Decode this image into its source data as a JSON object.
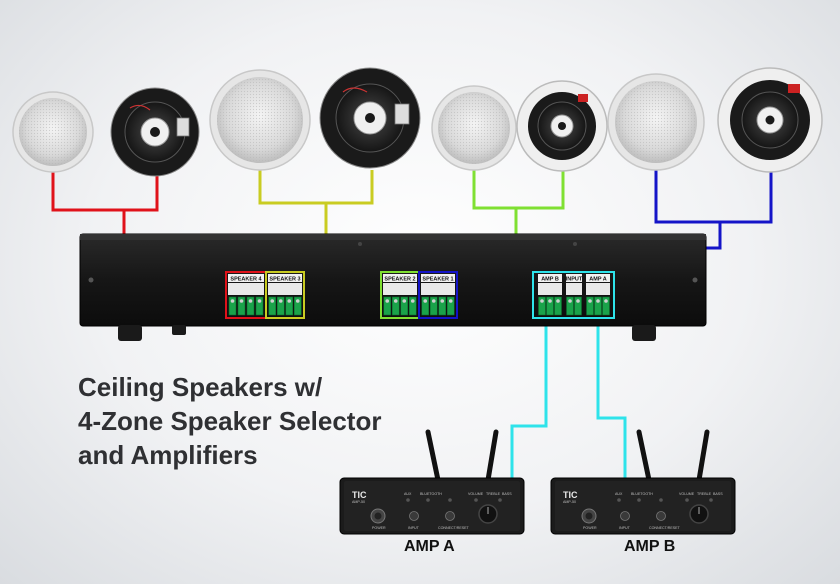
{
  "headline": {
    "line1": "Ceiling Speakers w/",
    "line2": "4-Zone Speaker Selector",
    "line3": "and Amplifiers"
  },
  "terminals": {
    "speaker4": "SPEAKER 4",
    "speaker3": "SPEAKER 3",
    "speaker2": "SPEAKER 2",
    "speaker1": "SPEAKER 1",
    "amp_b": "AMP B",
    "input": "INPUT",
    "amp_a": "AMP A"
  },
  "amplifiers": {
    "amp_a_label": "AMP A",
    "amp_b_label": "AMP B",
    "brand": "TIC",
    "model": "AMP-50",
    "power": "POWER",
    "input": "INPUT",
    "connect_reset": "CONNECT/RESET",
    "volume": "VOLUME",
    "treble": "TREBLE",
    "bass": "BASS",
    "bluetooth": "BLUETOOTH",
    "aux": "AUX"
  },
  "zone_colors": {
    "zone1": "#e0121a",
    "zone2": "#c9cc22",
    "zone3": "#7fe032",
    "zone4": "#1414c8",
    "amp": "#2ee3ea"
  }
}
